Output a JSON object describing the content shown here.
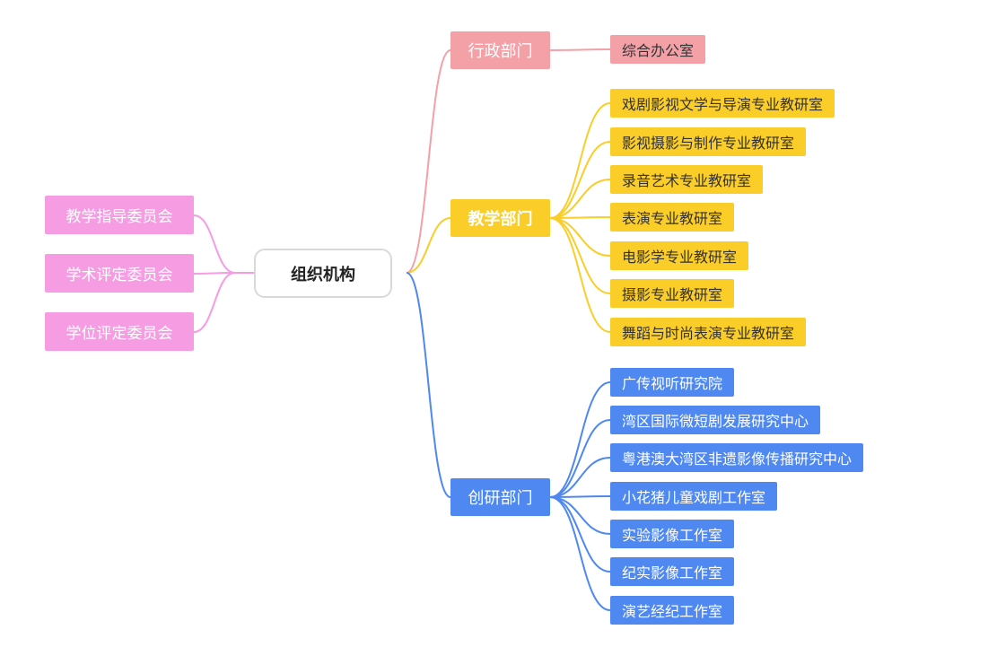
{
  "root": {
    "label": "组织机构"
  },
  "committees": [
    {
      "label": "教学指导委员会"
    },
    {
      "label": "学术评定委员会"
    },
    {
      "label": "学位评定委员会"
    }
  ],
  "departments": [
    {
      "label": "行政部门",
      "color": "#f3a0a7",
      "children": [
        {
          "label": "综合办公室"
        }
      ]
    },
    {
      "label": "教学部门",
      "color": "#fbcd28",
      "children": [
        {
          "label": "戏剧影视文学与导演专业教研室"
        },
        {
          "label": "影视摄影与制作专业教研室"
        },
        {
          "label": "录音艺术专业教研室"
        },
        {
          "label": "表演专业教研室"
        },
        {
          "label": "电影学专业教研室"
        },
        {
          "label": "摄影专业教研室"
        },
        {
          "label": "舞蹈与时尚表演专业教研室"
        }
      ]
    },
    {
      "label": "创研部门",
      "color": "#4e88f0",
      "children": [
        {
          "label": "广传视听研究院"
        },
        {
          "label": "湾区国际微短剧发展研究中心"
        },
        {
          "label": "粤港澳大湾区非遗影像传播研究中心"
        },
        {
          "label": "小花猪儿童戏剧工作室"
        },
        {
          "label": "实验影像工作室"
        },
        {
          "label": "纪实影像工作室"
        },
        {
          "label": "演艺经纪工作室"
        }
      ]
    }
  ],
  "colors": {
    "committee": "#f59ce3",
    "root_border": "#d9d9d9"
  }
}
